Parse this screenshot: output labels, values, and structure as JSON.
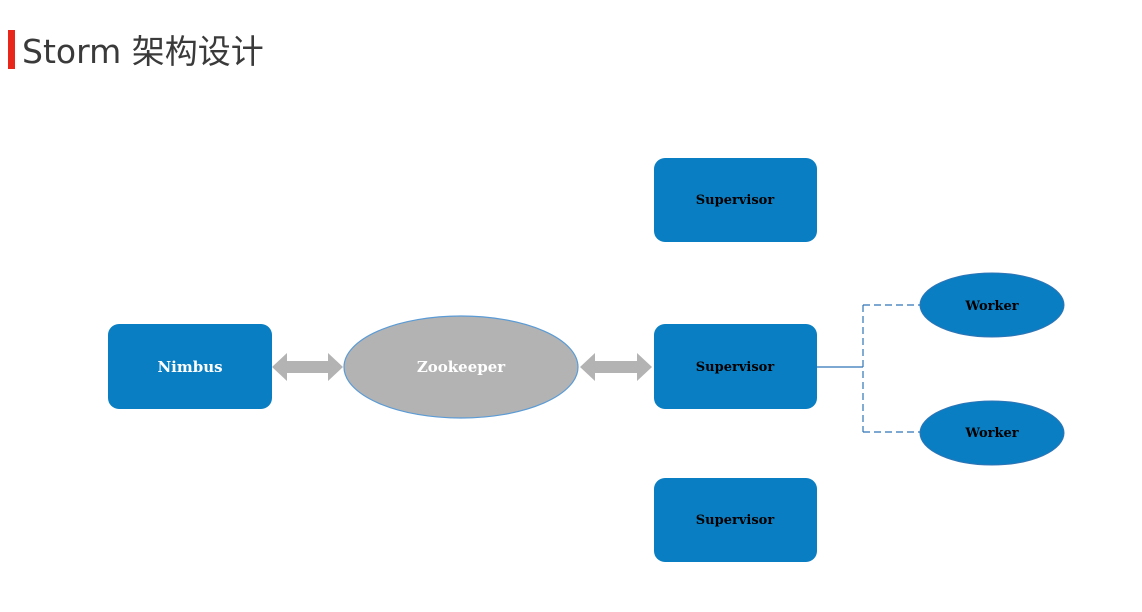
{
  "title": "Storm 架构设计",
  "colors": {
    "accent_bar": "#e8261a",
    "box_fill": "#0a7ec2",
    "zookeeper_fill": "#b3b3b3",
    "zookeeper_stroke": "#5b9bd5",
    "arrow": "#b3b3b3",
    "connector": "#2e75b6"
  },
  "nodes": {
    "nimbus": "Nimbus",
    "zookeeper": "Zookeeper",
    "supervisor_top": "Supervisor",
    "supervisor_middle": "Supervisor",
    "supervisor_bottom": "Supervisor",
    "worker_top": "Worker",
    "worker_bottom": "Worker"
  }
}
